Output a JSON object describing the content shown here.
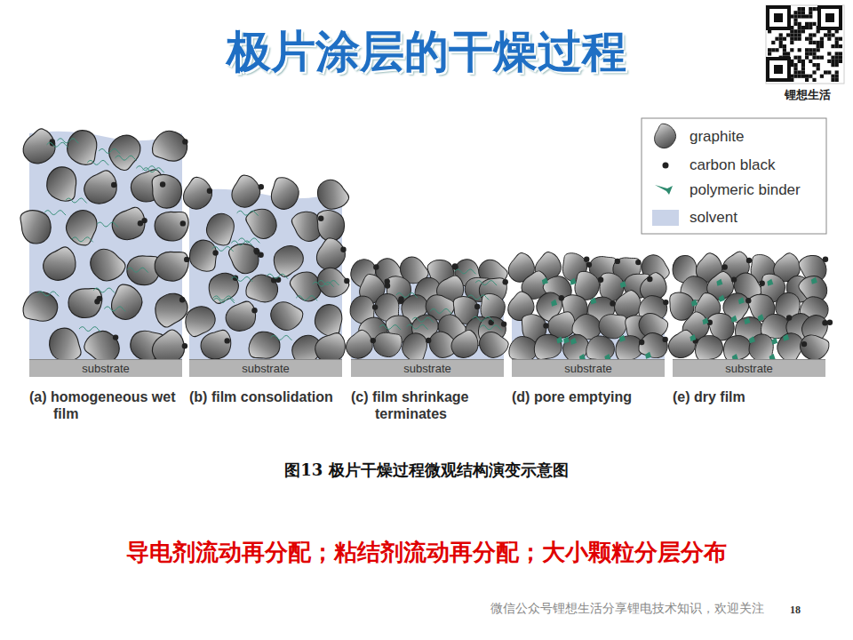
{
  "diagram": {
    "title": "极片涂层的干燥过程",
    "caption": "图13 极片干燥过程微观结构演变示意图",
    "nodes": [
      {
        "text": [
          "substrate"
        ]
      },
      {
        "text": [
          "substrate"
        ]
      },
      {
        "text": [
          "substrate"
        ]
      },
      {
        "text": [
          "substrate"
        ]
      },
      {
        "text": [
          "substrate"
        ]
      }
    ],
    "labels": [
      "(a) homogeneous wet film",
      "(b) film consolidation",
      "(c) film shrinkage terminates",
      "(d) pore emptying",
      "(e) dry film",
      "导电剂流动再分配；粘结剂流动再分配；大小颗粒分层分布",
      "微信公众号锂想生活分享锂电技术知识，欢迎关注",
      "18",
      "锂想生活"
    ],
    "legend": [
      {
        "text": "graphite"
      },
      {
        "text": "carbon black"
      },
      {
        "text": "polymeric binder"
      },
      {
        "text": "solvent",
        "color": "#c9d3e8"
      }
    ]
  }
}
